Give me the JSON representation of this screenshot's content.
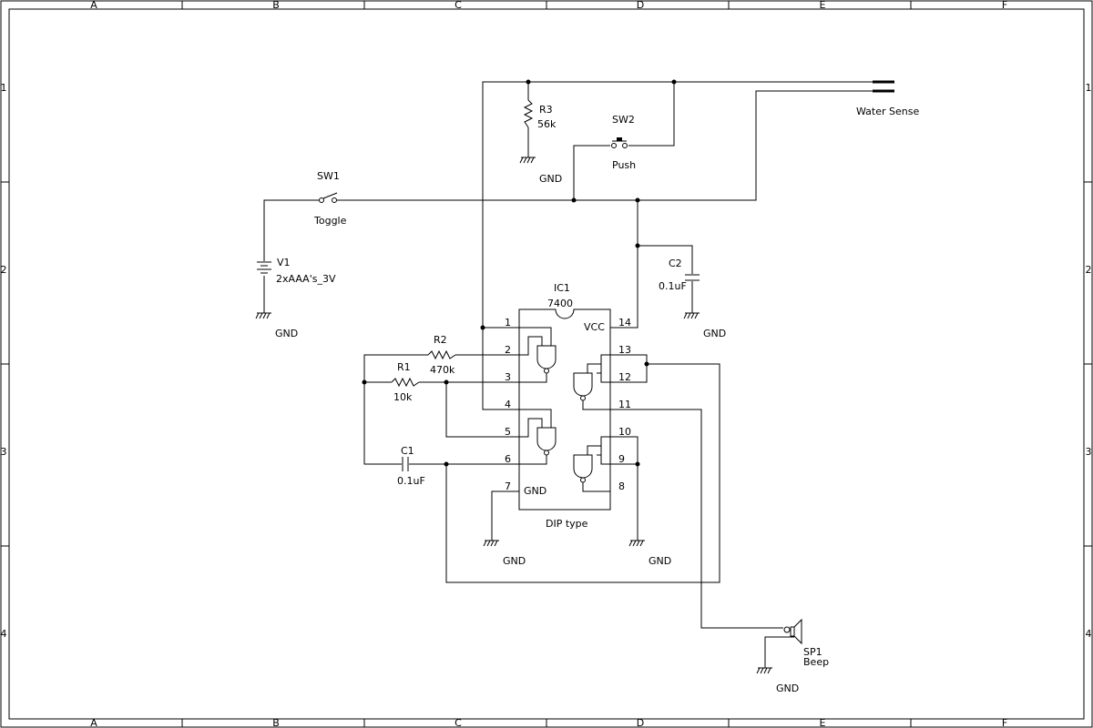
{
  "frame": {
    "columns": [
      "A",
      "B",
      "C",
      "D",
      "E",
      "F"
    ],
    "rows": [
      "1",
      "2",
      "3",
      "4"
    ]
  },
  "parts": {
    "r3": {
      "ref": "R3",
      "value": "56k"
    },
    "sw2": {
      "ref": "SW2",
      "value": "Push"
    },
    "water": {
      "label": "Water Sense"
    },
    "sw1": {
      "ref": "SW1",
      "value": "Toggle"
    },
    "v1": {
      "ref": "V1",
      "value": "2xAAA's_3V"
    },
    "c2": {
      "ref": "C2",
      "value": "0.1uF"
    },
    "ic1": {
      "ref": "IC1",
      "value": "7400",
      "vcc": "VCC",
      "gnd": "GND",
      "package": "DIP type",
      "pins": [
        "1",
        "2",
        "3",
        "4",
        "5",
        "6",
        "7",
        "8",
        "9",
        "10",
        "11",
        "12",
        "13",
        "14"
      ]
    },
    "r2": {
      "ref": "R2",
      "value": "470k"
    },
    "r1": {
      "ref": "R1",
      "value": "10k"
    },
    "c1": {
      "ref": "C1",
      "value": "0.1uF"
    },
    "sp1": {
      "ref": "SP1",
      "value": "Beep"
    }
  },
  "gnd_label": "GND"
}
